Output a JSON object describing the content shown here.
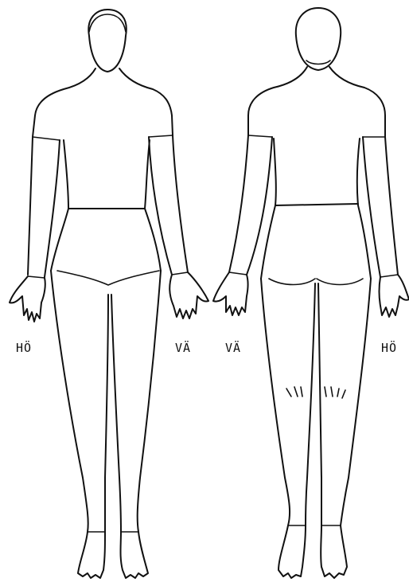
{
  "figure": {
    "views": [
      {
        "view": "front",
        "left_label": "HÖ",
        "right_label": "VÄ"
      },
      {
        "view": "back",
        "left_label": "VÄ",
        "right_label": "HÖ"
      }
    ],
    "ink_color": "#111111",
    "background": "#ffffff"
  }
}
